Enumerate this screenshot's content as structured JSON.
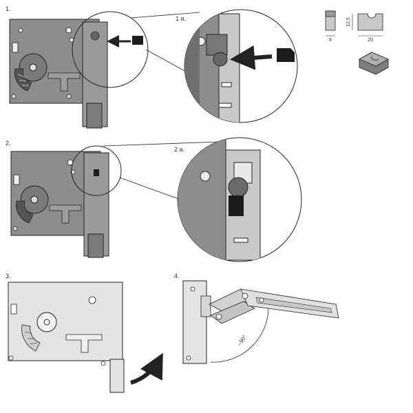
{
  "steps": {
    "s1": "1.",
    "s1a": "1 a.",
    "s2": "2.",
    "s2a": "2 a.",
    "s3": "3.",
    "s4": "4."
  },
  "dimensions": {
    "width_small": "8",
    "height": "12,5",
    "length": "20"
  },
  "angle_label": "~90°",
  "colors": {
    "plate": "#8d8d8d",
    "plate_dark": "#5e5e5e",
    "line": "#222222",
    "light_plate": "#e4e4e4",
    "clip": "#1c1c1c"
  }
}
